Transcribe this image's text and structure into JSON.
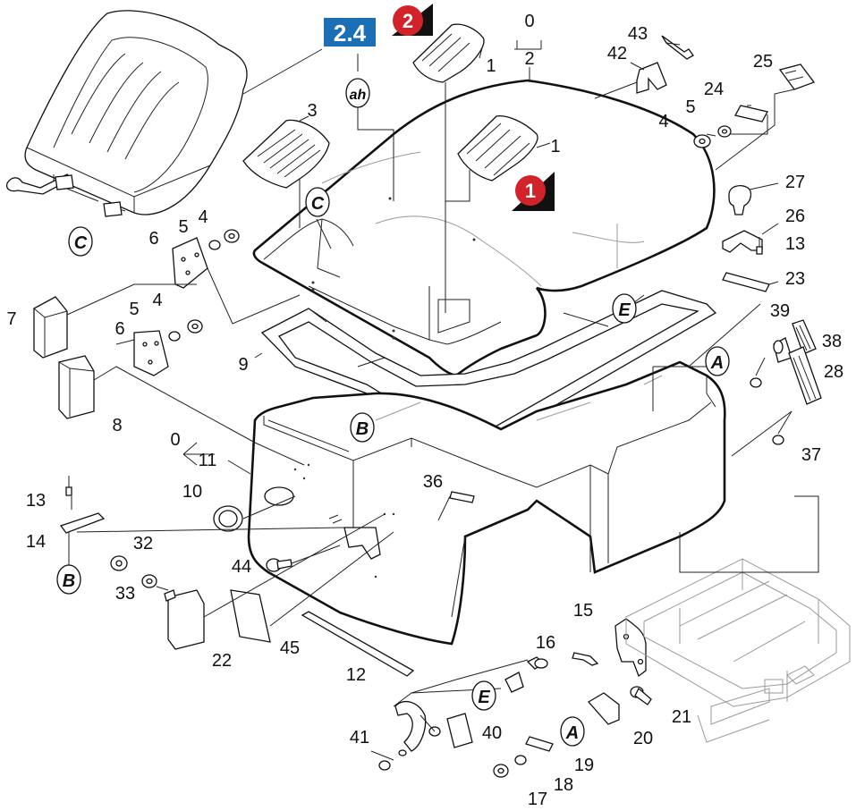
{
  "badges": {
    "section": "2.4",
    "marker_top": "2",
    "marker_main": "1"
  },
  "callouts": {
    "n0a": "0",
    "n2": "2",
    "n43": "43",
    "n42": "42",
    "n25": "25",
    "n24": "24",
    "n5a": "5",
    "n4a": "4",
    "n1a": "1",
    "n1b": "1",
    "n3": "3",
    "n27": "27",
    "n26": "26",
    "n13a": "13",
    "n23": "23",
    "n6a": "6",
    "n5b": "5",
    "n4b": "4",
    "n7": "7",
    "n5c": "5",
    "n4c": "4",
    "n6b": "6",
    "n39": "39",
    "n38": "38",
    "n28": "28",
    "n9": "9",
    "n8": "8",
    "n37": "37",
    "n0b": "0",
    "n11": "11",
    "n10": "10",
    "n36": "36",
    "n13b": "13",
    "n14": "14",
    "n32": "32",
    "n44": "44",
    "n33": "33",
    "n22": "22",
    "n45": "45",
    "n15": "15",
    "n12": "12",
    "n16": "16",
    "n21": "21",
    "n40": "40",
    "n41": "41",
    "n20": "20",
    "n19": "19",
    "n18": "18",
    "n17": "17"
  },
  "letters": {
    "ah": "ah",
    "C1": "C",
    "C2": "C",
    "E1": "E",
    "A1": "A",
    "B1": "B",
    "B2": "B",
    "E2": "E",
    "A2": "A"
  },
  "colors": {
    "section_badge": "#1a6fb5",
    "marker": "#d2232a",
    "ink": "#111111"
  }
}
